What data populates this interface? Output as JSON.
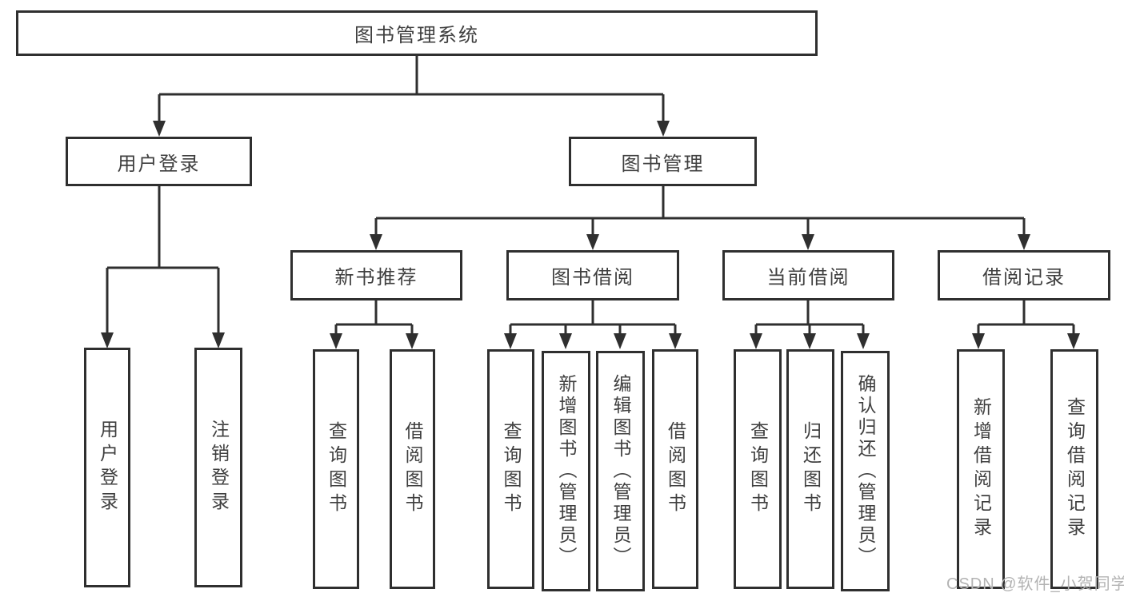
{
  "diagram": {
    "root": {
      "label": "图书管理系统"
    },
    "level2": [
      {
        "label": "用户登录",
        "children": [
          {
            "label": "用户登录"
          },
          {
            "label": "注销登录"
          }
        ]
      },
      {
        "label": "图书管理",
        "children": [
          {
            "label": "新书推荐",
            "children": [
              {
                "label": "查询图书"
              },
              {
                "label": "借阅图书"
              }
            ]
          },
          {
            "label": "图书借阅",
            "children": [
              {
                "label": "查询图书"
              },
              {
                "label": "新增图书（管理员）"
              },
              {
                "label": "编辑图书（管理员）"
              },
              {
                "label": "借阅图书"
              }
            ]
          },
          {
            "label": "当前借阅",
            "children": [
              {
                "label": "查询图书"
              },
              {
                "label": "归还图书"
              },
              {
                "label": "确认归还（管理员）"
              }
            ]
          },
          {
            "label": "借阅记录",
            "children": [
              {
                "label": "新增借阅记录"
              },
              {
                "label": "查询借阅记录"
              }
            ]
          }
        ]
      }
    ]
  },
  "watermark": "CSDN @软件_小贺同学",
  "colors": {
    "line": "#2f2f2f",
    "text": "#3f3f3f",
    "watermark": "#b3b3b3",
    "background": "#ffffff"
  }
}
